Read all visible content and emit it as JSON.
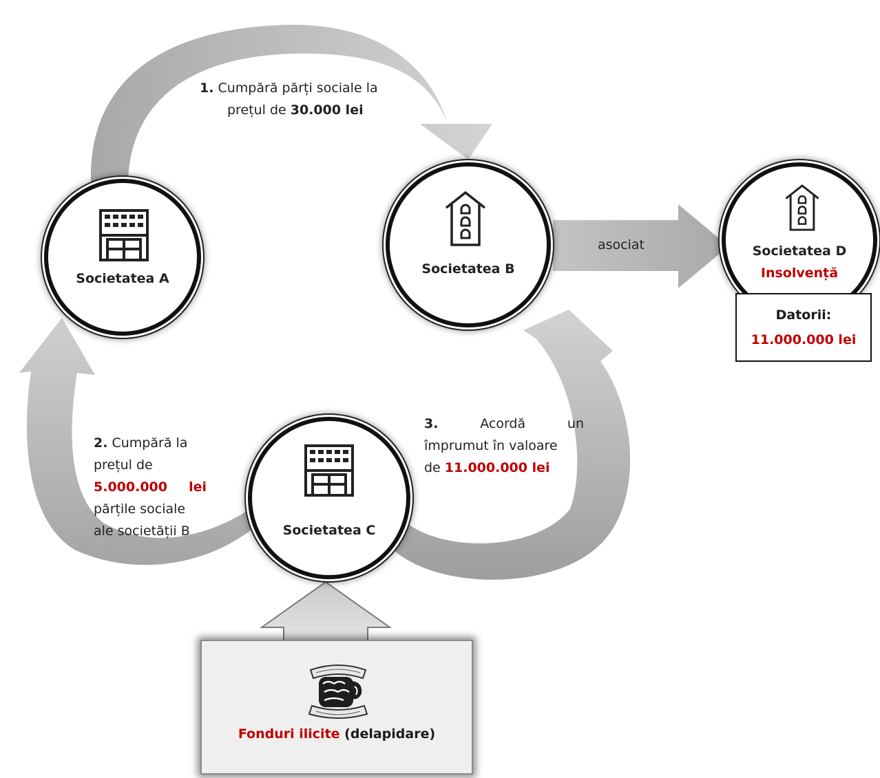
{
  "nodes": {
    "a": {
      "name": "Societatea A"
    },
    "b": {
      "name": "Societatea B"
    },
    "c": {
      "name": "Societatea C"
    },
    "d": {
      "name": "Societatea D",
      "status": "Insolvență"
    }
  },
  "debt": {
    "label": "Datorii:",
    "amount": "11.000.000 lei"
  },
  "associate_label": "asociat",
  "step1": {
    "num": "1.",
    "line1": " Cumpără părți sociale la",
    "line2_pre": "prețul de ",
    "amount": "30.000 lei"
  },
  "step2": {
    "num": "2.",
    "line1": " Cumpără la",
    "line2": "prețul de",
    "amount_num": "5.000.000",
    "amount_unit": "lei",
    "line4": "părțile sociale",
    "line5": "ale societății B"
  },
  "step3": {
    "num": "3.",
    "word1": "Acordă",
    "word2": "un",
    "line2": "împrumut în valoare",
    "line3_pre": "de ",
    "amount": "11.000.000 lei"
  },
  "funds": {
    "highlight": "Fonduri ilicite",
    "rest": " (delapidare)"
  },
  "colors": {
    "accent_red": "#c00000",
    "arrow_gray": "#bdbdbd",
    "node_border": "#111111"
  },
  "icons": {
    "a": "office-building-icon",
    "b": "tower-building-icon",
    "c": "office-building-icon",
    "d": "tower-building-icon",
    "funds": "fist-money-icon"
  }
}
